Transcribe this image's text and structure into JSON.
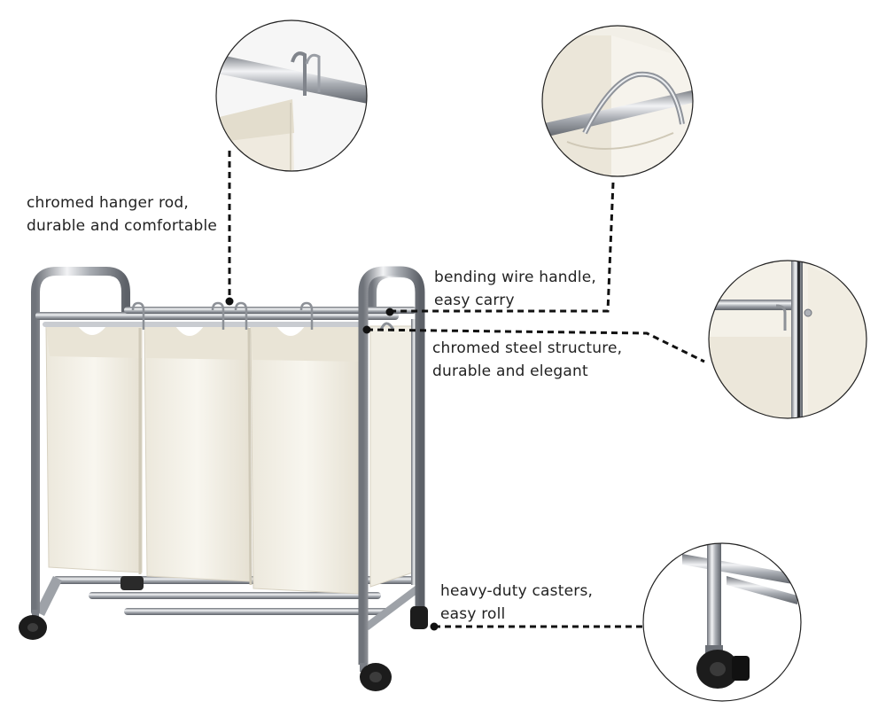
{
  "callouts": [
    {
      "id": "hanger-rod",
      "lines": [
        "chromed hanger rod,",
        "durable and comfortable"
      ]
    },
    {
      "id": "wire-handle",
      "lines": [
        "bending wire handle,",
        "easy carry"
      ]
    },
    {
      "id": "steel-structure",
      "lines": [
        "chromed steel structure,",
        "durable and elegant"
      ]
    },
    {
      "id": "casters",
      "lines": [
        "heavy-duty casters,",
        "easy roll"
      ]
    }
  ],
  "colors": {
    "chrome": "#b9bcc2",
    "chrome_dark": "#7b7f86",
    "fabric": "#f4f1e8",
    "fabric_shadow": "#e2ddd0",
    "caster": "#1c1c1c",
    "leader_line": "#111111"
  }
}
